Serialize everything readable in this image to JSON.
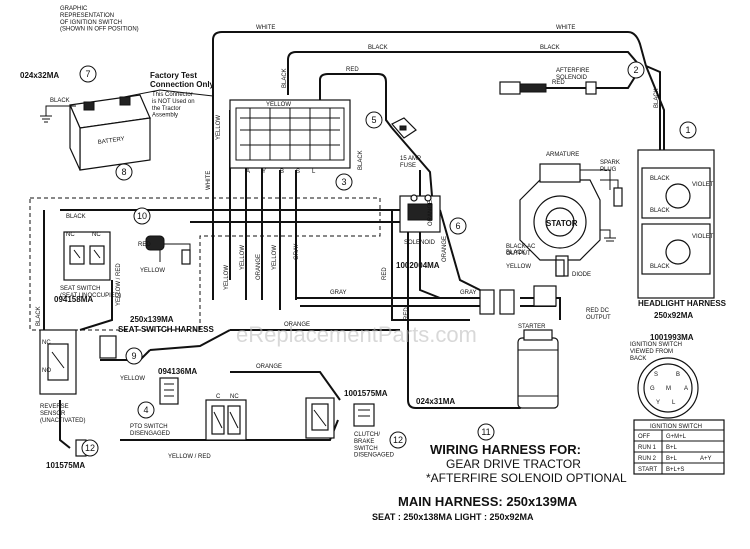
{
  "wire_labels": {
    "white_top": "WHITE",
    "white_top2": "WHITE",
    "black_top": "BLACK",
    "black_top2": "BLACK",
    "red_top": "RED",
    "yellow_term": "YELLOW",
    "yellow_left": "YELLOW",
    "white_vert": "WHITE",
    "black_vert1": "BLACK",
    "black_vert2": "BLACK",
    "black_vert3": "BLACK",
    "yellow_v1": "YELLOW",
    "yellow_v2": "YELLOW",
    "yellow_v3": "YELLOW",
    "orange_v": "ORANGE",
    "gray_v": "GRAY",
    "gray_h": "GRAY",
    "gray_h2": "GRAY",
    "red_v": "RED",
    "red_v2": "RED",
    "orange_v2": "ORANGE",
    "black_left": "BLACK",
    "black_left2": "BLACK",
    "yellow_seat": "YELLOW",
    "yellow_red_left": "YELLOW / RED",
    "yellow_low": "YELLOW",
    "orange_low": "ORANGE",
    "orange_low2": "ORANGE",
    "yellow_red_bottom": "YELLOW / RED",
    "red_mid": "RED",
    "black_starter": "BLACK",
    "red_top_afterfire": "RED",
    "violet1": "VIOLET",
    "violet2": "VIOLET",
    "black_hl1": "BLACK",
    "black_hl2": "BLACK",
    "black_hl3": "BLACK",
    "orange_sol": "ORANGE",
    "yellow_stator": "YELLOW"
  },
  "components": {
    "ignition_graphic": "GRAPHIC\nREPRESENTATION\nOF IGNITION SWITCH\n(SHOWN IN OFF POSITION)",
    "battery_part": "024x32MA",
    "battery_label": "BATTERY",
    "black_battery": "BLACK",
    "factory_test": "Factory Test\nConnection Only",
    "factory_note": "This Connector\nis NOT Used on\nthe Tractor\nAssembly",
    "fuse": "15 AMP\nFUSE",
    "solenoid": "SOLENOID",
    "solenoid_part": "1002004MA",
    "afterfire_solenoid": "AFTERFIRE\nSOLENOID",
    "armature": "ARMATURE",
    "spark_plug": "SPARK\nPLUG",
    "stator": "STATOR",
    "black_ac": "BLACK AC\nOUTPUT",
    "diode": "DIODE",
    "red_dc": "RED DC\nOUTPUT",
    "starter": "STARTER",
    "headlight_harness": "HEADLIGHT HARNESS",
    "headlight_part": "250x92MA",
    "ignition_view": "IGNITION SWITCH\nVIEWED FROM\nBACK",
    "ignition_part": "1001993MA",
    "seat_switch": "SEAT SWITCH\n(SEAT UNOCCUPIED)",
    "seat_switch_part": "094158MA",
    "seat_harness_part": "250x139MA",
    "seat_harness": "SEAT SWITCH HARNESS",
    "reverse_sensor": "REVERSE\nSENSOR\n(UNACTIVATED)",
    "reverse_part": "101575MA",
    "pto_switch": "PTO SWITCH\nDISENGAGED",
    "pto_part": "094136MA",
    "clutch_switch": "CLUTCH/\nBRAKE\nSWITCH\nDISENGAGED",
    "clutch_part": "1001575MA",
    "cable_part": "024x31MA",
    "nc": "NC",
    "no": "NO",
    "c": "C"
  },
  "terminals": [
    "A",
    "Y",
    "B",
    "S",
    "L"
  ],
  "callouts": [
    "1",
    "2",
    "3",
    "4",
    "5",
    "6",
    "7",
    "8",
    "9",
    "10",
    "11",
    "12",
    "12"
  ],
  "ignition_table": {
    "title": "IGNITION SWITCH",
    "rows": [
      {
        "pos": "OFF",
        "conn": "G+M+L",
        "extra": ""
      },
      {
        "pos": "RUN 1",
        "conn": "B+L",
        "extra": ""
      },
      {
        "pos": "RUN 2",
        "conn": "B+L",
        "extra": "A+Y"
      },
      {
        "pos": "START",
        "conn": "B+L+S",
        "extra": ""
      }
    ]
  },
  "ignition_pins": [
    "S",
    "B",
    "G",
    "L",
    "A",
    "Y",
    "M"
  ],
  "title_block": {
    "heading": "WIRING HARNESS FOR:",
    "line1": "GEAR DRIVE TRACTOR",
    "line2": "*AFTERFIRE SOLENOID OPTIONAL",
    "main": "MAIN HARNESS: 250x139MA",
    "seat_light": "SEAT : 250x138MA    LIGHT : 250x92MA"
  },
  "watermark": "eReplacementParts.com"
}
